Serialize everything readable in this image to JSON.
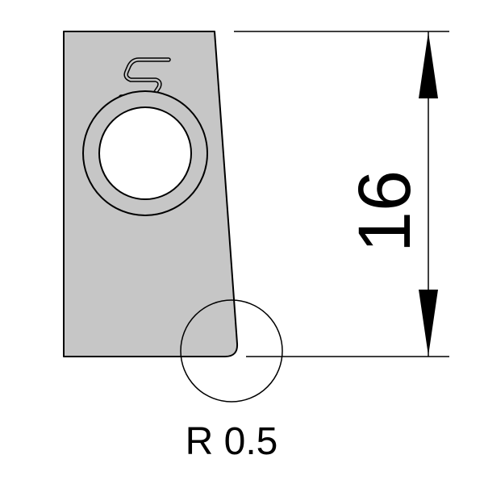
{
  "drawing": {
    "part": "indexable insert",
    "marking": "S",
    "colors": {
      "fill": "#c6c6c6",
      "stroke": "#000000",
      "background": "#ffffff",
      "hole": "#ffffff"
    }
  },
  "dimensions": {
    "height": {
      "value": "16",
      "orientation": "vertical"
    },
    "corner_radius": {
      "label": "R 0.5"
    }
  }
}
